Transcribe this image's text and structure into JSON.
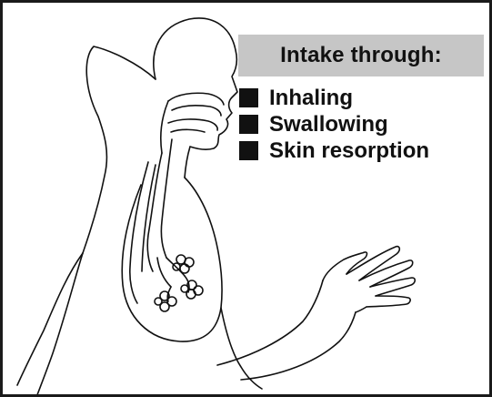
{
  "heading": "Intake through:",
  "routes": [
    {
      "label": "Inhaling"
    },
    {
      "label": "Swallowing"
    },
    {
      "label": "Skin resorption"
    }
  ],
  "colors": {
    "frame": "#1a1a1a",
    "heading_background": "#c6c6c6",
    "ink": "#111111"
  },
  "icons": {
    "bullet": "black-square-bullet",
    "figure": "human-upper-body-outline-icon"
  }
}
